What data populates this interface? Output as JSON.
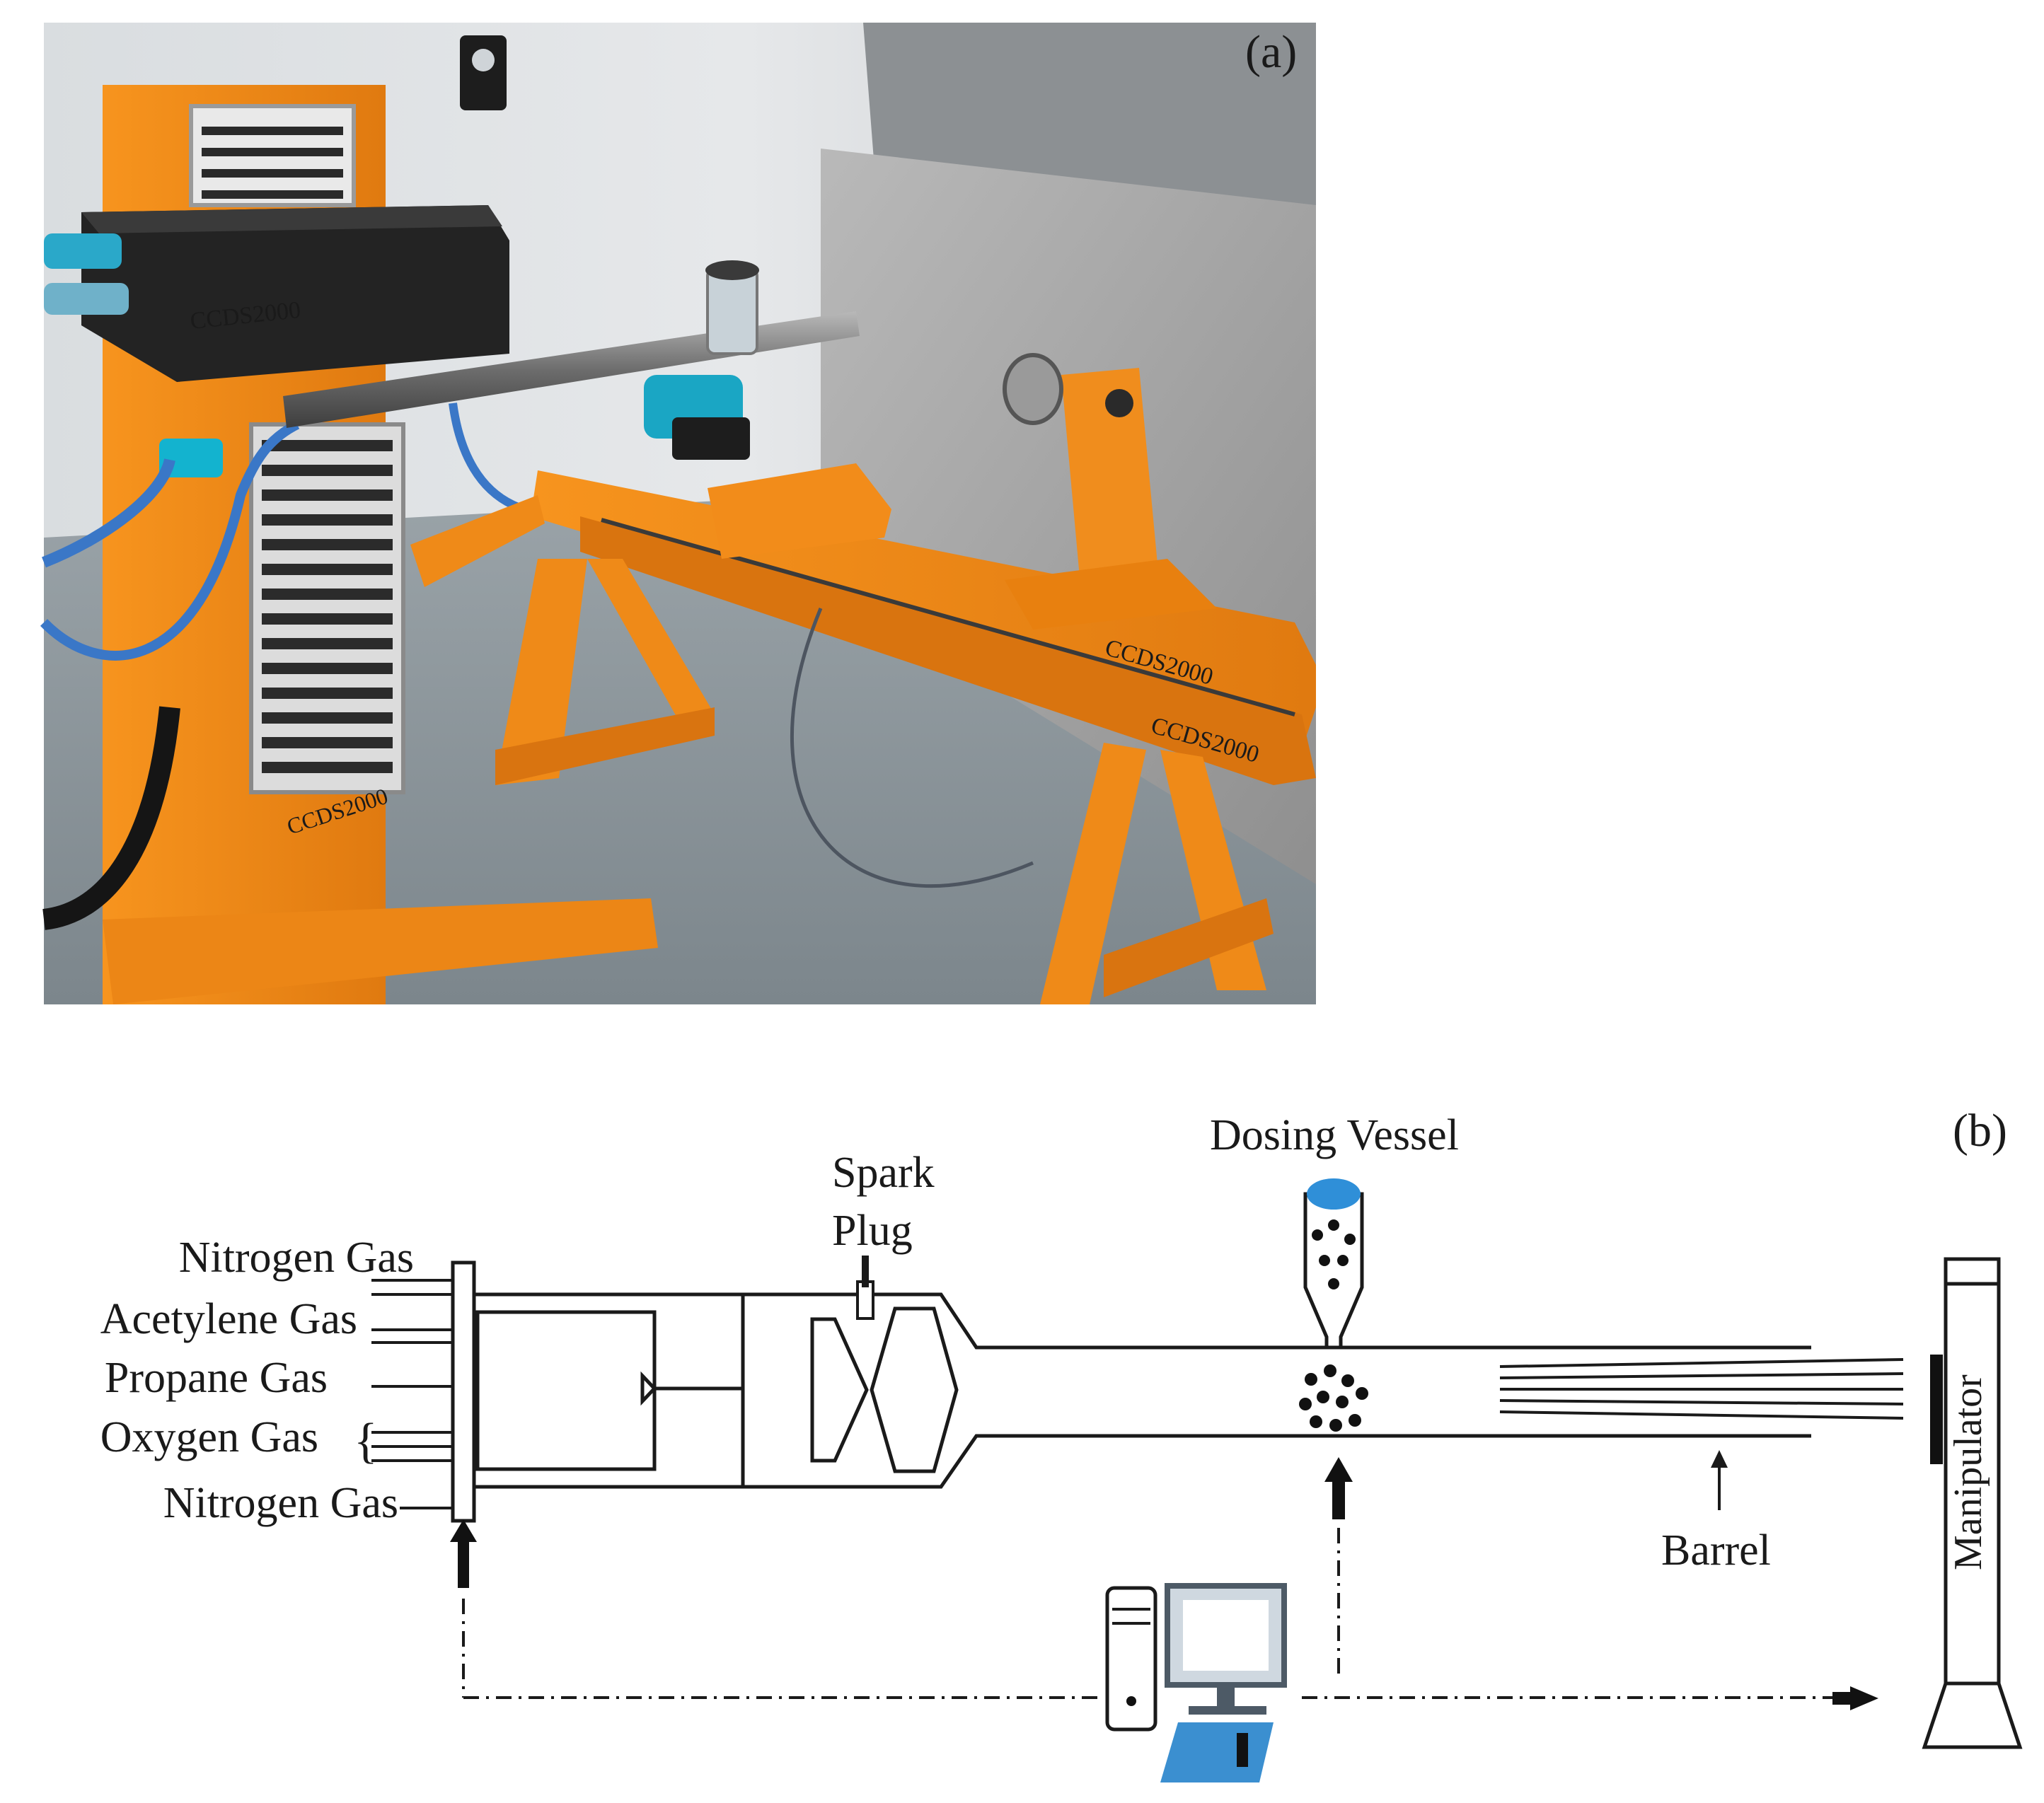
{
  "photo": {
    "panel_label": "(a)",
    "brand_labels": [
      "CCDS2000",
      "CCDS2000",
      "CCDS2000",
      "CCDS2000"
    ]
  },
  "schematic": {
    "panel_label": "(b)",
    "gas_inputs": [
      {
        "label": "Nitrogen  Gas"
      },
      {
        "label": "Acetylene  Gas"
      },
      {
        "label": "Propane  Gas"
      },
      {
        "label": "Oxygen  Gas"
      },
      {
        "label": "Nitrogen  Gas"
      }
    ],
    "oxygen_brace": "{",
    "spark_plug": {
      "line1": "Spark",
      "line2": "Plug"
    },
    "dosing_vessel": "Dosing  Vessel",
    "barrel": "Barrel",
    "manipulator": "Manipulator"
  },
  "colors": {
    "frame_orange": "#f08a1c",
    "frame_orange_dark": "#c86a0c",
    "vessel_blue": "#2f8fd8",
    "computer_blue": "#3b8fd0",
    "line": "#1a1a1a"
  }
}
